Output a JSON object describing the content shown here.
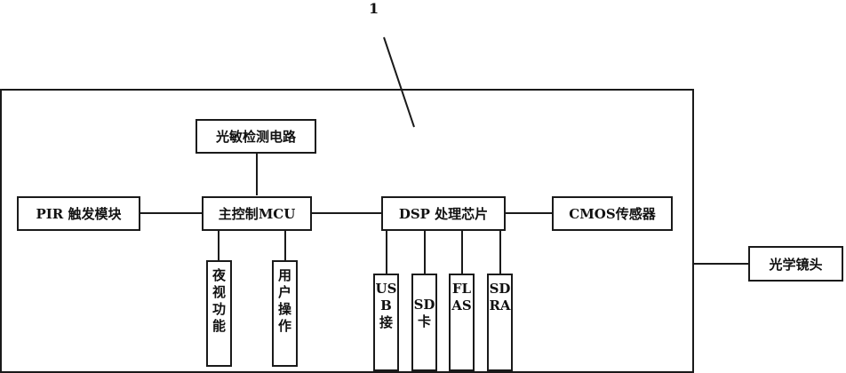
{
  "reference_numeral": "1",
  "blocks": {
    "photosensitive": "光敏检测电路",
    "pir": "PIR 触发模块",
    "mcu": "主控制MCU",
    "dsp": "DSP 处理芯片",
    "cmos": "CMOS传感器",
    "lens": "光学镜头",
    "night_vision": "夜视功能",
    "user_ops": "用户操作",
    "usb": "USB接",
    "sd": "SD卡",
    "flash": "FLAS",
    "sdram": "SDRA"
  }
}
